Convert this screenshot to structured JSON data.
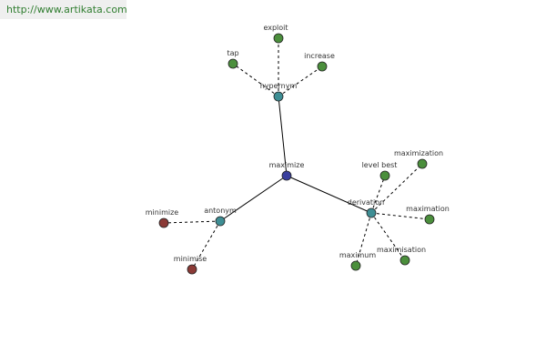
{
  "header": {
    "url": "http://www.artikata.com"
  },
  "colors": {
    "center": "#3a3f9e",
    "relation": "#3e8e94",
    "related": "#4b8f3c",
    "antonym_word": "#8b3a36",
    "edge": "#000000"
  },
  "graph": {
    "center": {
      "id": "maximize",
      "label": "maximize"
    },
    "relations": [
      {
        "id": "hypernym",
        "label": "hypernym"
      },
      {
        "id": "derivation",
        "label": "derivation"
      },
      {
        "id": "antonym",
        "label": "antonym"
      }
    ],
    "words": [
      {
        "id": "exploit",
        "label": "exploit",
        "relation": "hypernym"
      },
      {
        "id": "tap",
        "label": "tap",
        "relation": "hypernym"
      },
      {
        "id": "increase",
        "label": "increase",
        "relation": "hypernym"
      },
      {
        "id": "maximization",
        "label": "maximization",
        "relation": "derivation"
      },
      {
        "id": "level-best",
        "label": "level best",
        "relation": "derivation"
      },
      {
        "id": "maximation",
        "label": "maximation",
        "relation": "derivation"
      },
      {
        "id": "maximisation",
        "label": "maximisation",
        "relation": "derivation"
      },
      {
        "id": "maximum",
        "label": "maximum",
        "relation": "derivation"
      },
      {
        "id": "minimize",
        "label": "minimize",
        "relation": "antonym"
      },
      {
        "id": "minimise",
        "label": "minimise",
        "relation": "antonym"
      }
    ]
  }
}
